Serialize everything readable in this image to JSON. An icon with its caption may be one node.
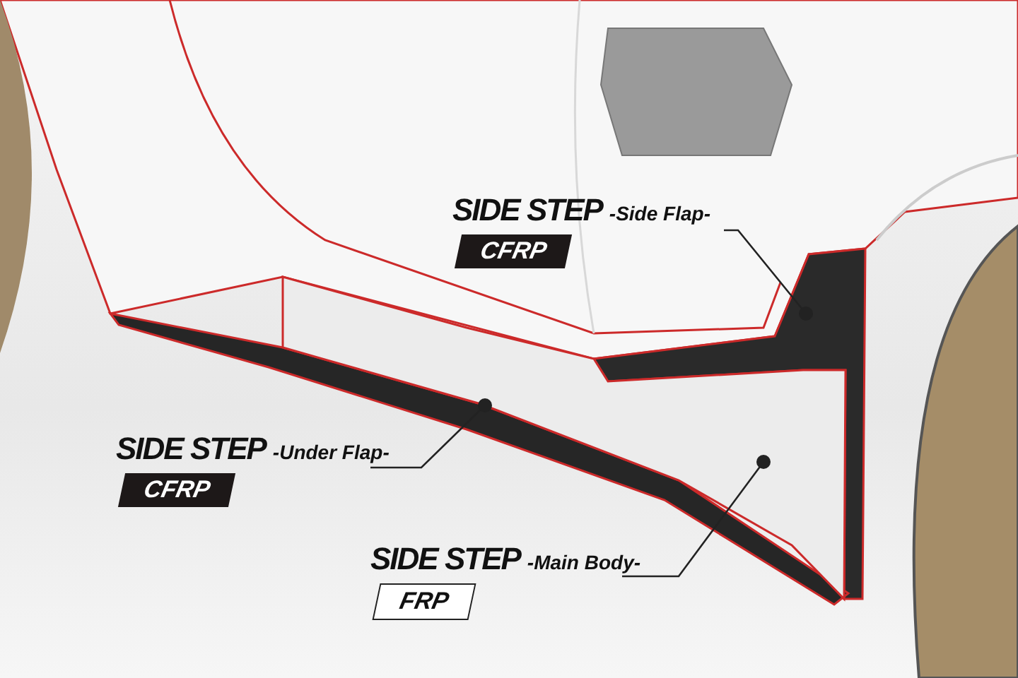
{
  "diagram": {
    "nodes": [
      {
        "text": [
          "SIDE STEP",
          "-Side Flap-",
          "CFRP"
        ]
      },
      {
        "text": [],
        "shape": "picture"
      },
      {
        "text": [
          "SIDE STEP",
          "-Under Flap-",
          "CFRP"
        ]
      },
      {
        "text": [],
        "shape": "picture"
      },
      {
        "text": [
          "SIDE STEP",
          "-Main Body-",
          "FRP"
        ]
      },
      {
        "text": [],
        "shape": "picture"
      }
    ],
    "edges": [
      {
        "from": 0,
        "to": 1,
        "arrow": "other"
      },
      {
        "from": 2,
        "to": 3,
        "arrow": "other"
      },
      {
        "from": 4,
        "to": 5,
        "arrow": "other"
      }
    ]
  }
}
